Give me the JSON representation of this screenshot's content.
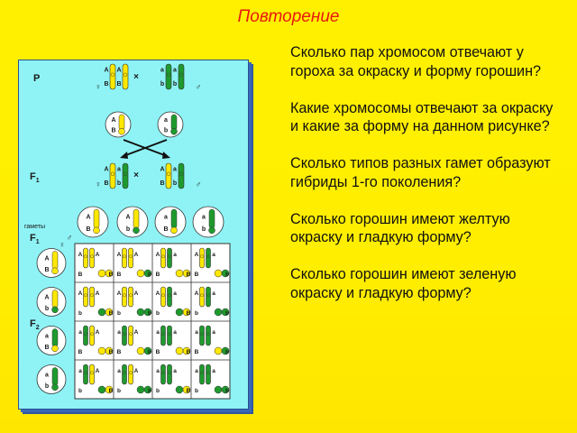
{
  "slide": {
    "title": "Повторение",
    "questions": [
      "Сколько пар хромосом отвечают у гороха за окраску и форму горошин?",
      "Какие хромосомы отвечают за окраску и какие за форму на данном рисунке?",
      "Сколько типов разных гамет образуют гибриды 1-го поколения?",
      "Сколько горошин имеют желтую окраску и гладкую форму?",
      "Сколько горошин имеют зеленую окраску и гладкую форму?"
    ]
  },
  "diagram": {
    "labels": {
      "P": "P",
      "F": "F",
      "sub1": "1",
      "sub2": "2",
      "gametes": "гаметы",
      "cross": "×",
      "female": "♀",
      "male": "♂"
    },
    "colors": {
      "panel": "#8ff3f5",
      "yellow": "#ffe800",
      "green": "#1f9a2e",
      "border": "#2a4f95"
    },
    "p_generation": {
      "female": {
        "alleles": [
          [
            "A",
            "B"
          ],
          [
            "A",
            "B"
          ]
        ],
        "colors": [
          "yellow",
          "yellow"
        ]
      },
      "male": {
        "alleles": [
          [
            "a",
            "b"
          ],
          [
            "a",
            "b"
          ]
        ],
        "colors": [
          "green",
          "green"
        ]
      }
    },
    "p_gametes": [
      {
        "alleles": [
          "A",
          "B"
        ],
        "color": "yellow"
      },
      {
        "alleles": [
          "a",
          "b"
        ],
        "color": "green"
      }
    ],
    "f1": {
      "female": {
        "alleles": [
          [
            "A",
            "B"
          ],
          [
            "a",
            "b"
          ]
        ],
        "colors": [
          "yellow",
          "green"
        ]
      },
      "male": {
        "alleles": [
          [
            "A",
            "B"
          ],
          [
            "a",
            "b"
          ]
        ],
        "colors": [
          "yellow",
          "green"
        ]
      }
    },
    "f1_gametes": [
      {
        "alleles": [
          "A",
          "B"
        ],
        "colors": [
          "yellow",
          "yellow"
        ]
      },
      {
        "alleles": [
          "A",
          "b"
        ],
        "colors": [
          "yellow",
          "green"
        ]
      },
      {
        "alleles": [
          "a",
          "B"
        ],
        "colors": [
          "green",
          "yellow"
        ]
      },
      {
        "alleles": [
          "a",
          "b"
        ],
        "colors": [
          "green",
          "green"
        ]
      }
    ],
    "punnett_rows": [
      {
        "alleles": [
          "A",
          "B"
        ],
        "colors": [
          "yellow",
          "yellow"
        ]
      },
      {
        "alleles": [
          "A",
          "b"
        ],
        "colors": [
          "yellow",
          "green"
        ]
      },
      {
        "alleles": [
          "a",
          "B"
        ],
        "colors": [
          "green",
          "yellow"
        ]
      },
      {
        "alleles": [
          "a",
          "b"
        ],
        "colors": [
          "green",
          "green"
        ]
      }
    ]
  }
}
